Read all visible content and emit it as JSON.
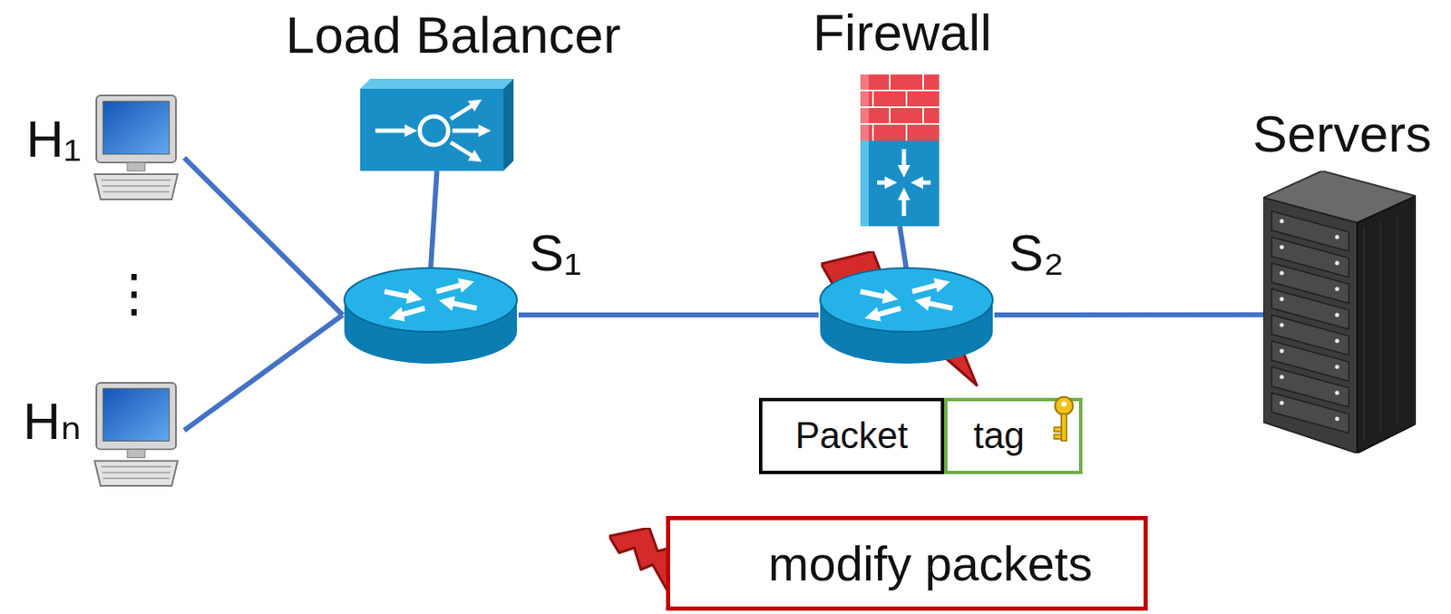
{
  "diagram": {
    "nodes": [
      {
        "text": [
          "H₁"
        ]
      },
      {
        "text": [
          "Hₙ"
        ]
      },
      {
        "text": [
          "Load Balancer"
        ]
      },
      {
        "text": [
          "S₁"
        ]
      },
      {
        "text": [
          "Firewall"
        ]
      },
      {
        "text": [
          "S₂"
        ]
      },
      {
        "text": [
          "Servers"
        ]
      },
      {
        "text": [
          "Packet"
        ]
      },
      {
        "text": [
          "tag"
        ]
      },
      {
        "text": [
          "modify packets"
        ]
      }
    ],
    "edges": [
      {
        "from": 0,
        "to": 3,
        "arrow": "none"
      },
      {
        "from": 1,
        "to": 3,
        "arrow": "none"
      },
      {
        "from": 2,
        "to": 3,
        "arrow": "none"
      },
      {
        "from": 3,
        "to": 5,
        "arrow": "none"
      },
      {
        "from": 4,
        "to": 5,
        "arrow": "none"
      },
      {
        "from": 5,
        "to": 6,
        "arrow": "none"
      }
    ],
    "labels": [
      "⋮"
    ]
  }
}
